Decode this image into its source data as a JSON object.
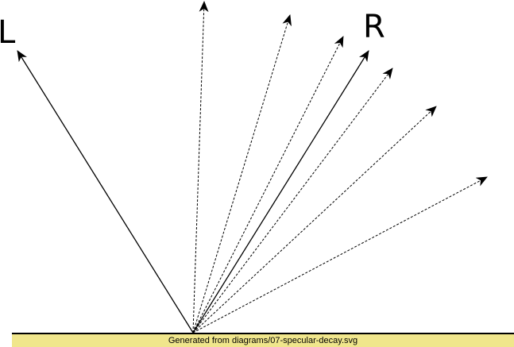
{
  "diagram": {
    "labels": {
      "light": "L",
      "reflection": "R"
    },
    "caption": "Generated from diagrams/07-specular-decay.svg",
    "colors": {
      "stroke": "#000000",
      "caption_background": "#f0e68c"
    }
  }
}
